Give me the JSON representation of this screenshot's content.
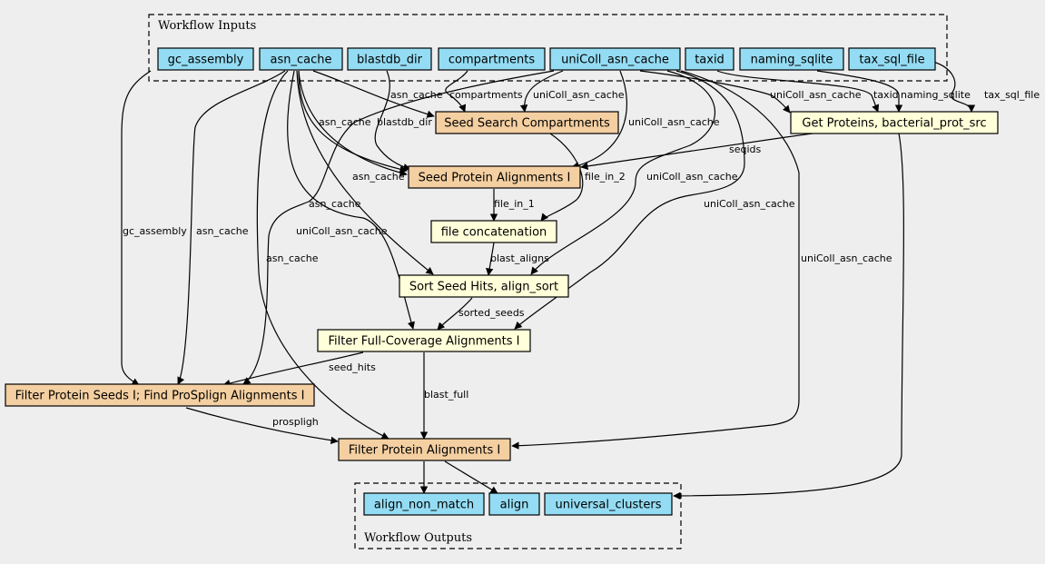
{
  "colors": {
    "background": "#eeeeee",
    "io_node": "#94dcf3",
    "subworkflow_node": "#f4cfa1",
    "tool_node": "#ffffd9"
  },
  "clusters": {
    "inputs": {
      "label": "Workflow Inputs"
    },
    "outputs": {
      "label": "Workflow Outputs"
    }
  },
  "nodes": {
    "gc_assembly": {
      "label": "gc_assembly"
    },
    "asn_cache": {
      "label": "asn_cache"
    },
    "blastdb_dir": {
      "label": "blastdb_dir"
    },
    "compartments": {
      "label": "compartments"
    },
    "uniColl_asn_cache": {
      "label": "uniColl_asn_cache"
    },
    "taxid": {
      "label": "taxid"
    },
    "naming_sqlite": {
      "label": "naming_sqlite"
    },
    "tax_sql_file": {
      "label": "tax_sql_file"
    },
    "seed_search": {
      "label": "Seed Search Compartments"
    },
    "get_proteins": {
      "label": "Get Proteins, bacterial_prot_src"
    },
    "seed_protein": {
      "label": "Seed Protein Alignments I"
    },
    "file_concat": {
      "label": "file concatenation"
    },
    "sort_seed": {
      "label": "Sort Seed Hits, align_sort"
    },
    "filter_full": {
      "label": "Filter Full-Coverage Alignments I"
    },
    "filter_seeds": {
      "label": "Filter Protein Seeds I; Find ProSplign Alignments I"
    },
    "filter_protein": {
      "label": "Filter Protein Alignments I"
    },
    "align_non_match": {
      "label": "align_non_match"
    },
    "align": {
      "label": "align"
    },
    "universal_clusters": {
      "label": "universal_clusters"
    }
  },
  "edge_labels": [
    "asn_cache",
    "compartments",
    "uniColl_asn_cache",
    "uniColl_asn_cache",
    "taxid",
    "naming_sqlite",
    "tax_sql_file",
    "asn_cache",
    "blastdb_dir",
    "uniColl_asn_cache",
    "seqids",
    "asn_cache",
    "file_in_2",
    "uniColl_asn_cache",
    "file_in_1",
    "asn_cache",
    "uniColl_asn_cache",
    "gc_assembly",
    "asn_cache",
    "uniColl_asn_cache",
    "blast_aligns",
    "asn_cache",
    "uniColl_asn_cache",
    "sorted_seeds",
    "seed_hits",
    "blast_full",
    "prospligh"
  ]
}
